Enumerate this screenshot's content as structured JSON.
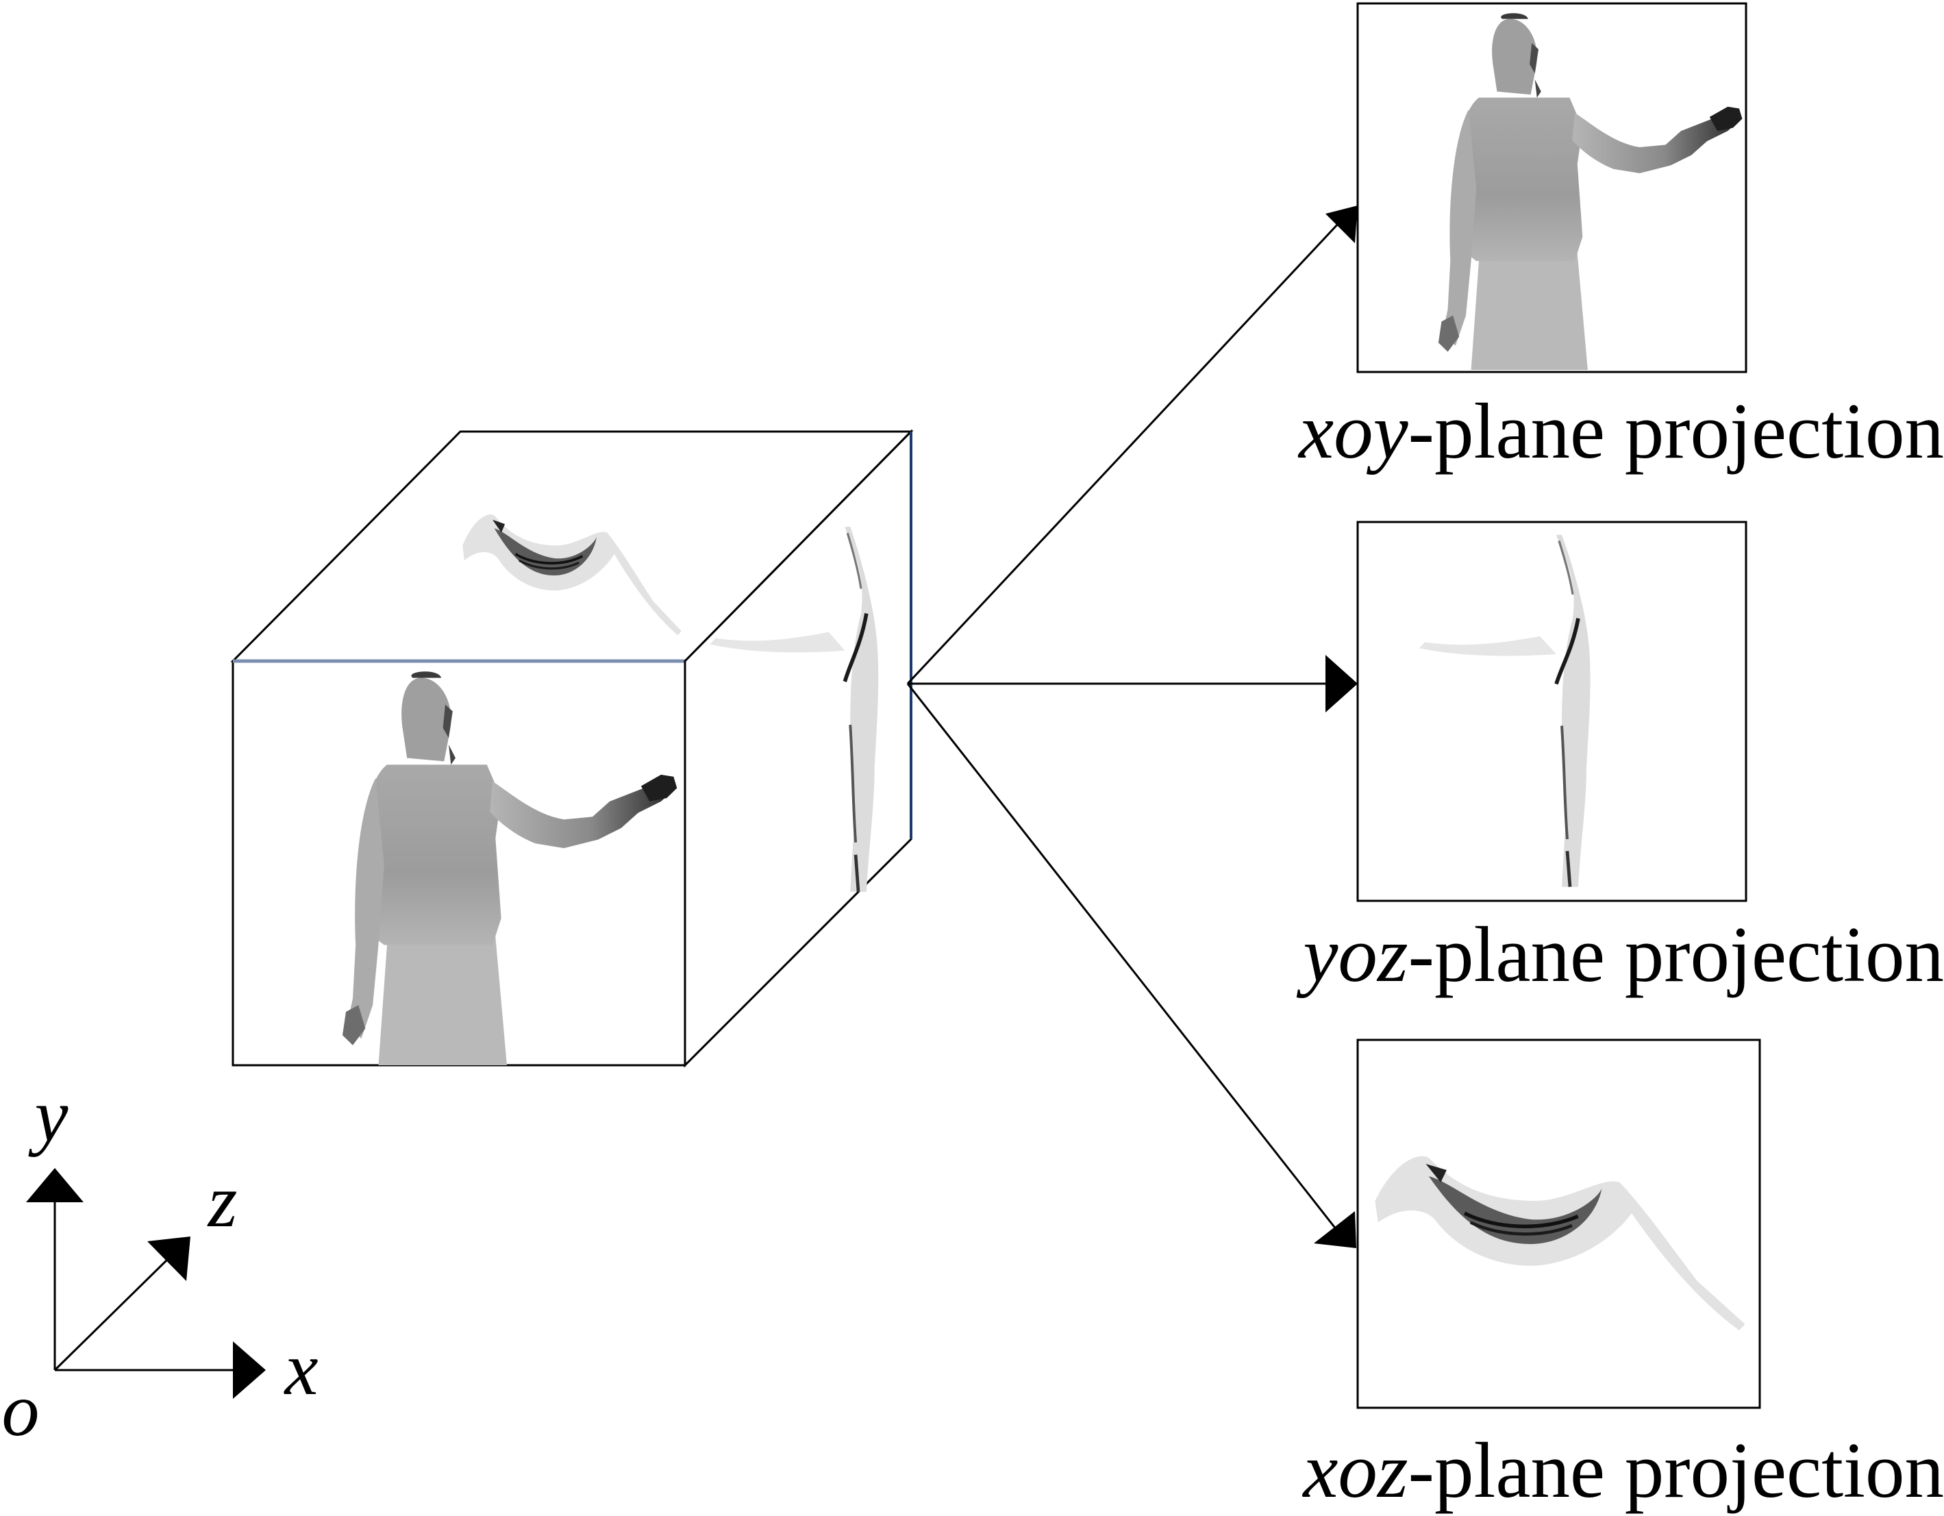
{
  "axes": {
    "y_label": "y",
    "z_label": "z",
    "x_label": "x",
    "origin_label": "o"
  },
  "projections": [
    {
      "axis_prefix": "xoy",
      "suffix": "-plane projection"
    },
    {
      "axis_prefix": "yoz",
      "suffix": "-plane projection"
    },
    {
      "axis_prefix": "xoz",
      "suffix": "-plane projection"
    }
  ]
}
